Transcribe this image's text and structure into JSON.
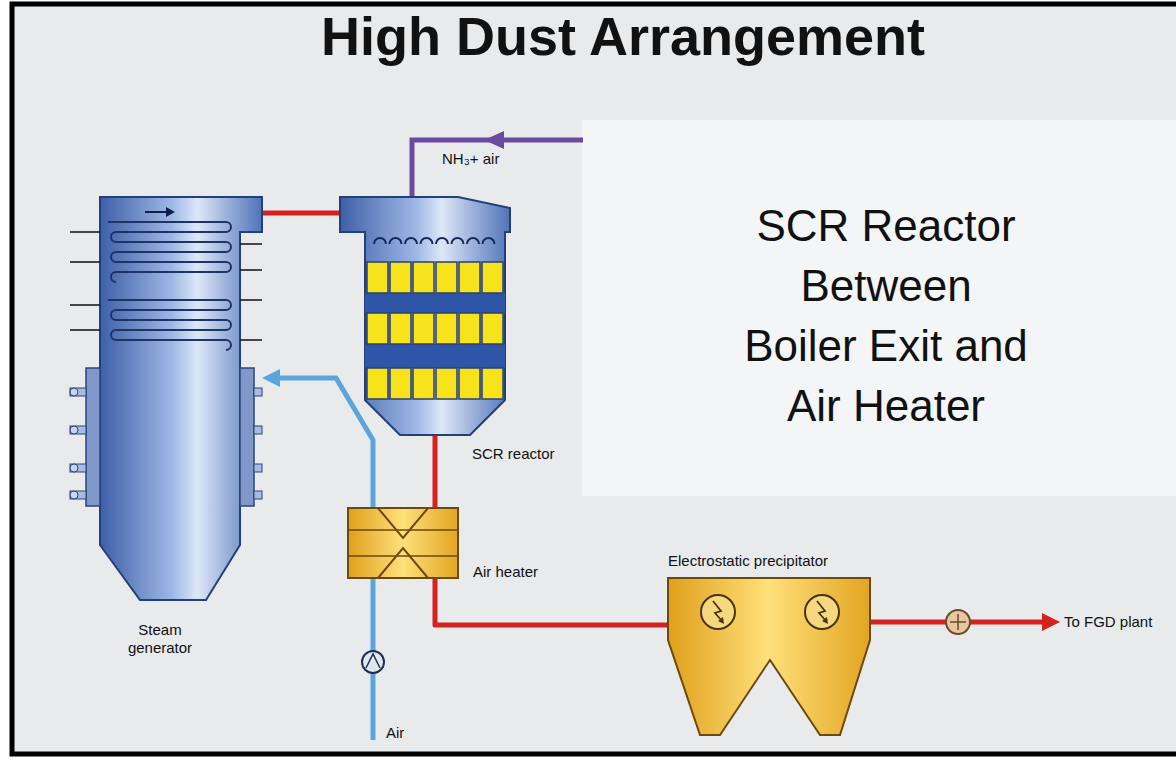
{
  "diagram": {
    "title": "High Dust Arrangement",
    "nodes": [
      {
        "text": [
          "Steam generator"
        ]
      },
      {
        "text": [
          "SCR reactor"
        ]
      },
      {
        "text": [
          "Air heater"
        ]
      },
      {
        "text": [
          "Electrostatic precipitator"
        ]
      }
    ],
    "edges": [
      {
        "from": 0,
        "to": 1,
        "arrow": "none"
      },
      {
        "from": 1,
        "to": 2,
        "arrow": "none"
      },
      {
        "from": 2,
        "to": 3,
        "arrow": "none"
      },
      {
        "from": 2,
        "to": 0,
        "arrow": "to"
      }
    ],
    "labels": [
      "NH₃+ air",
      "SCR Reactor Between Boiler Exit and Air Heater",
      "Air",
      "To FGD plant"
    ]
  }
}
